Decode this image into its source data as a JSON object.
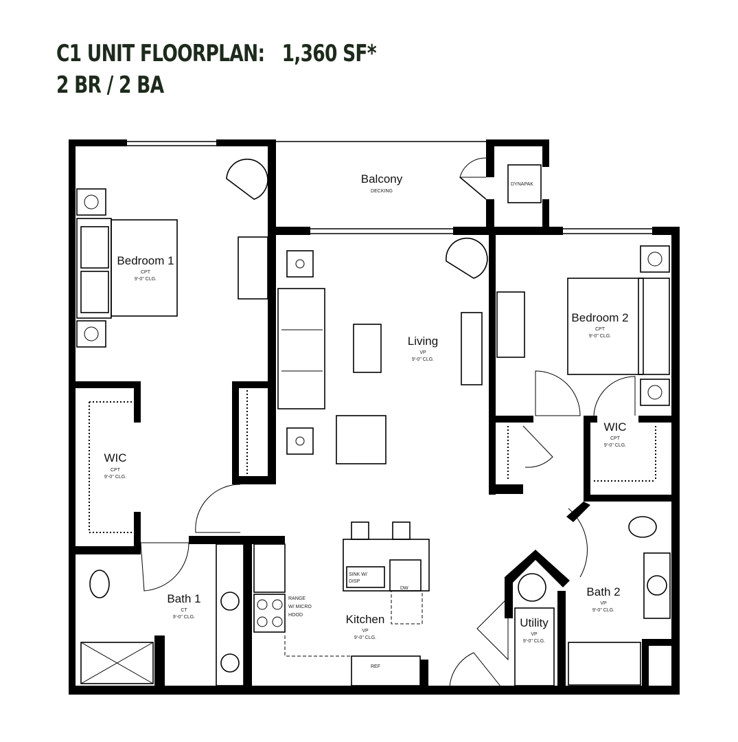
{
  "header": {
    "title": "C1 UNIT FLOORPLAN:   1,360 SF*",
    "subtitle": "2 BR / 2 BA"
  },
  "colors": {
    "title": "#1d2a1c",
    "walls": "#000000"
  },
  "rooms": {
    "balcony": {
      "name": "Balcony",
      "finish": "DECKING"
    },
    "dynapak": {
      "name": "DYNAPAK"
    },
    "bedroom1": {
      "name": "Bedroom 1",
      "finish": "CPT",
      "ceiling": "9'-0\" CLG."
    },
    "living": {
      "name": "Living",
      "finish": "VP",
      "ceiling": "9'-0\" CLG."
    },
    "bedroom2": {
      "name": "Bedroom 2",
      "finish": "CPT",
      "ceiling": "9'-0\" CLG."
    },
    "wic1": {
      "name": "WIC",
      "finish": "CPT",
      "ceiling": "9'-0\" CLG."
    },
    "wic2": {
      "name": "WIC",
      "finish": "CPT",
      "ceiling": "9'-0\" CLG."
    },
    "bath1": {
      "name": "Bath 1",
      "finish": "CT",
      "ceiling": "9'-0\" CLG."
    },
    "kitchen": {
      "name": "Kitchen",
      "finish": "VP",
      "ceiling": "9'-0\" CLG."
    },
    "utility": {
      "name": "Utility",
      "finish": "VP",
      "ceiling": "9'-0\" CLG."
    },
    "bath2": {
      "name": "Bath 2",
      "finish": "VP",
      "ceiling": "9'-0\" CLG."
    }
  },
  "appliances": {
    "range": [
      "RANGE",
      "W/ MICRO",
      "HOOD"
    ],
    "ref": "REF",
    "sink": [
      "SINK W/",
      "DISP"
    ],
    "dw": "DW"
  }
}
